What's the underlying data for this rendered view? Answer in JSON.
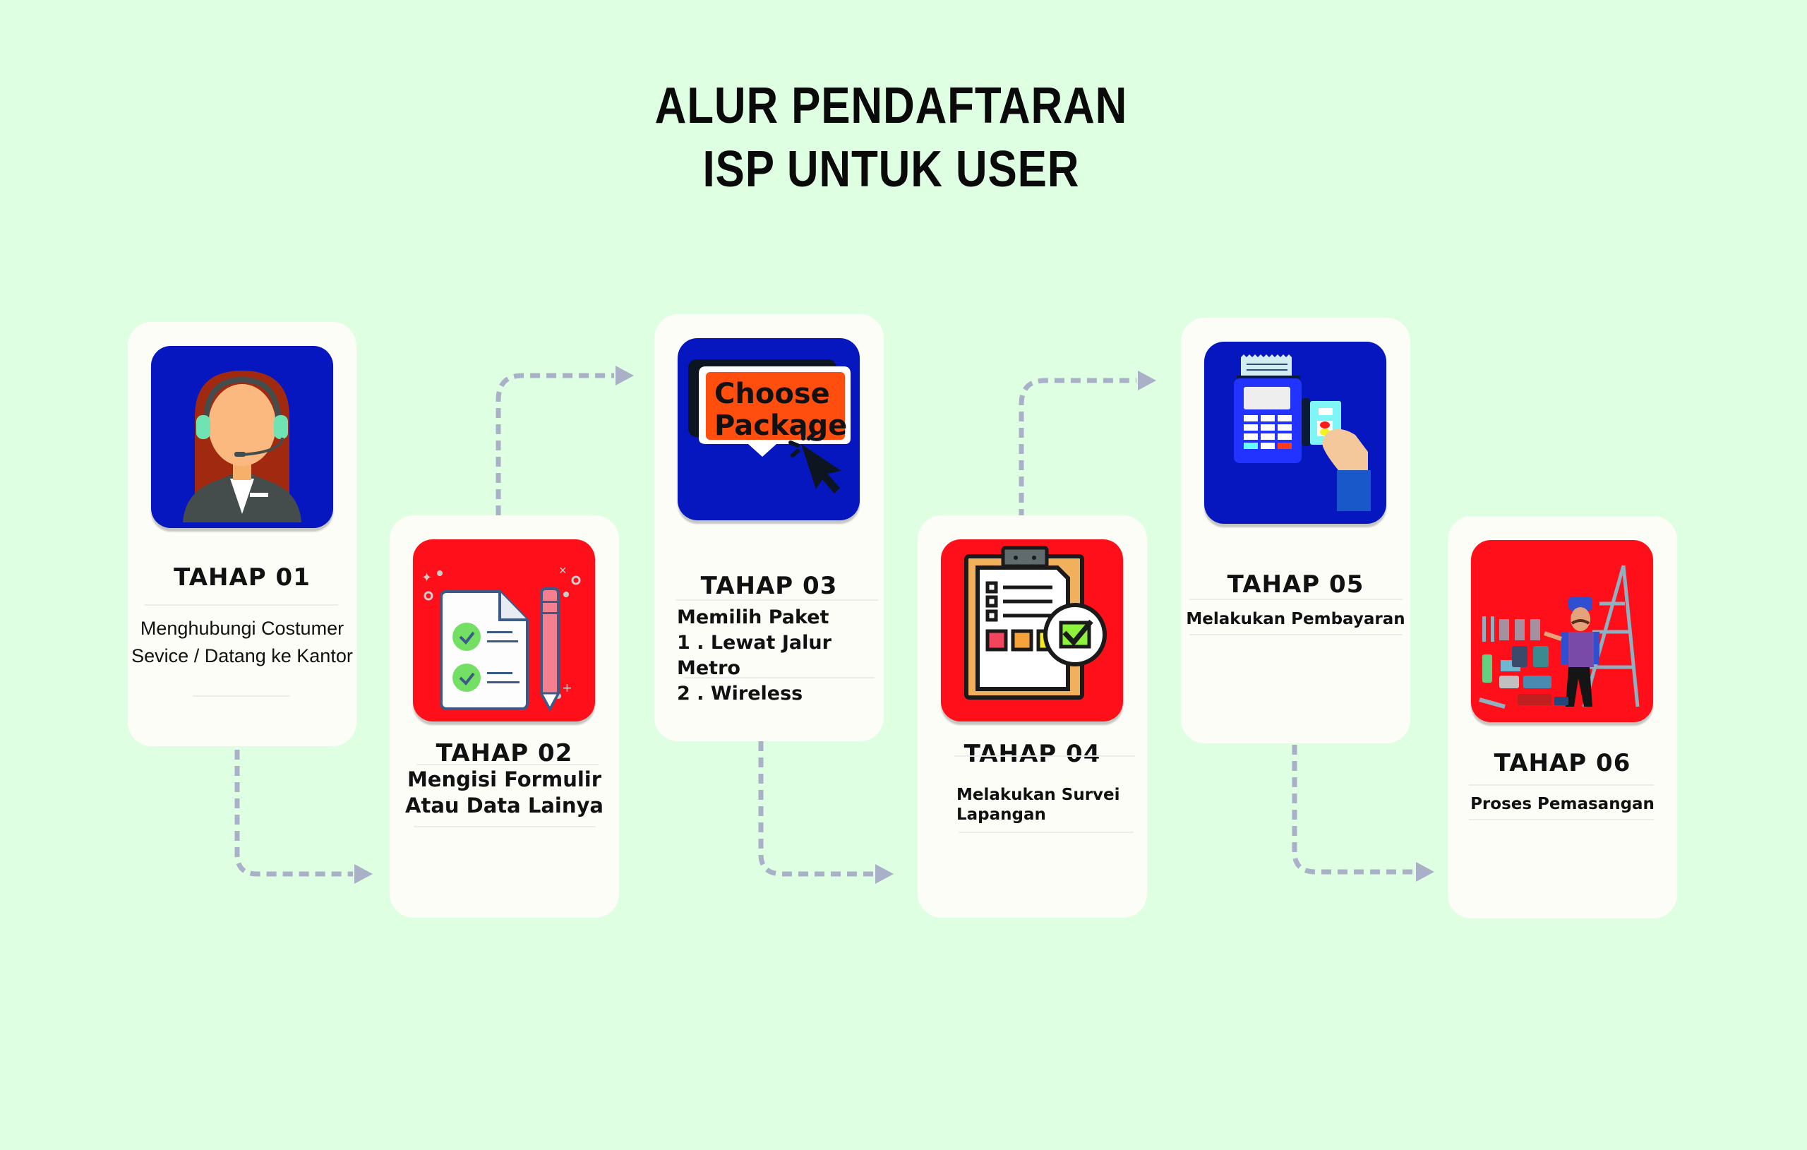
{
  "title": {
    "line1": "ALUR PENDAFTARAN",
    "line2": "ISP UNTUK USER"
  },
  "colors": {
    "background": "#dfffe2",
    "card": "#fdfdf8",
    "icon_blue": "#0617bf",
    "icon_red": "#ff0f1a",
    "connector": "#aab0c8"
  },
  "steps": [
    {
      "label": "TAHAP 01",
      "icon": "customer-service-agent-icon",
      "icon_bg": "blue",
      "lines": [
        "Menghubungi Costumer",
        "Sevice / Datang ke Kantor"
      ]
    },
    {
      "label": "TAHAP 02",
      "icon": "form-checklist-pencil-icon",
      "icon_bg": "red",
      "lines": [
        "Mengisi Formulir",
        "Atau Data Lainya"
      ]
    },
    {
      "label": "TAHAP 03",
      "icon": "choose-package-icon",
      "icon_bg": "blue",
      "icon_text": [
        "Choose",
        "Package"
      ],
      "lines": [
        "Memilih Paket",
        "1 . Lewat Jalur Metro",
        "2 . Wireless"
      ]
    },
    {
      "label": "TAHAP 04",
      "icon": "clipboard-survey-icon",
      "icon_bg": "red",
      "lines": [
        "Melakukan Survei",
        "Lapangan"
      ]
    },
    {
      "label": "TAHAP 05",
      "icon": "card-payment-terminal-icon",
      "icon_bg": "blue",
      "lines": [
        "Melakukan Pembayaran"
      ]
    },
    {
      "label": "TAHAP 06",
      "icon": "technician-installation-icon",
      "icon_bg": "red",
      "lines": [
        "Proses Pemasangan"
      ]
    }
  ]
}
